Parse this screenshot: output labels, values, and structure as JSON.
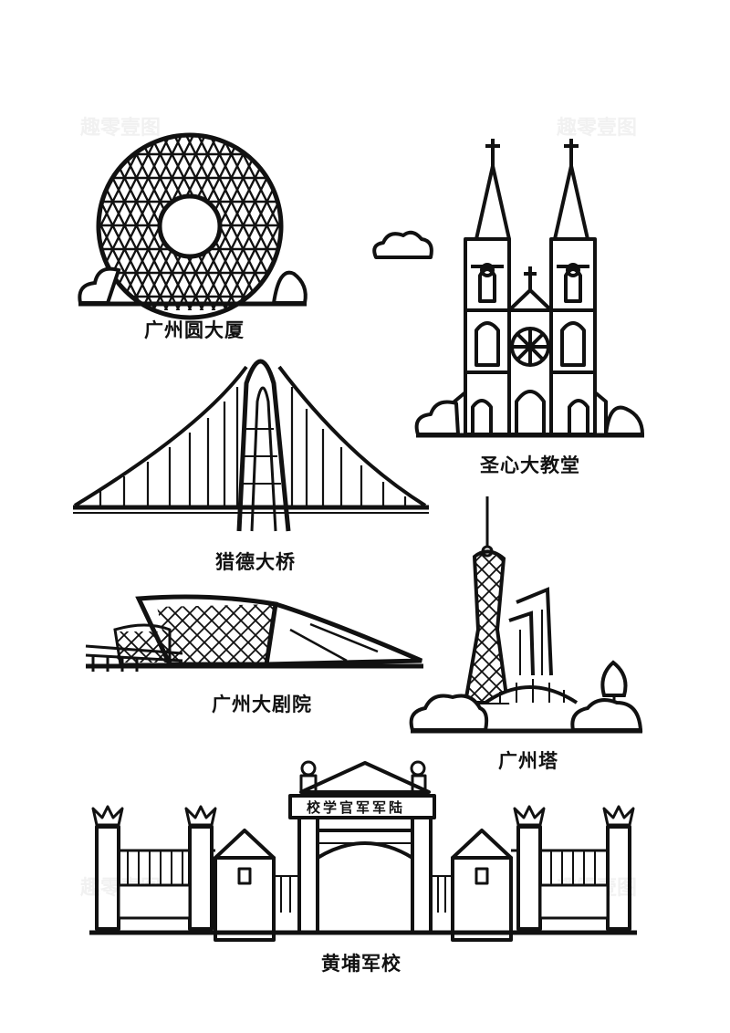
{
  "landmarks": {
    "yuan_building": "广州圆大厦",
    "sacred_heart": "圣心大教堂",
    "liede_bridge": "猎德大桥",
    "opera_house": "广州大剧院",
    "canton_tower": "广州塔",
    "whampoa": "黄埔军校",
    "whampoa_gate_sign": "校学官军军陆"
  },
  "watermark": {
    "text": "趣零壹图"
  },
  "colors": {
    "line": "#111111",
    "background": "#ffffff",
    "watermark": "#f1f1f1"
  }
}
